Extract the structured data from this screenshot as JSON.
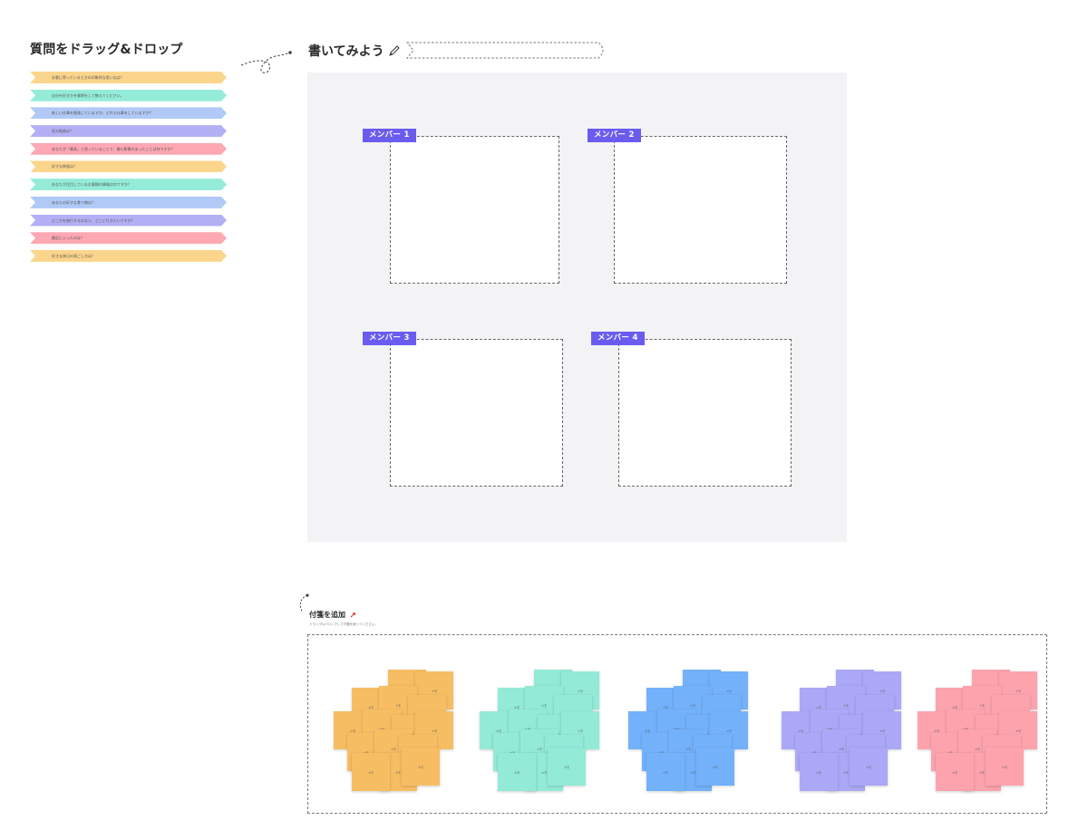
{
  "left_panel": {
    "title": "質問をドラッグ&ドロップ",
    "questions": [
      {
        "text": "お客に寄っているときの印象的な思い出は？",
        "color": "#fcd58c"
      },
      {
        "text": "自分を好きかを質問をして教えてください。",
        "color": "#94ecd8"
      },
      {
        "text": "新しい仕事を勉強していますか、どれも仕事をしていますか？",
        "color": "#b0c9f6"
      },
      {
        "text": "気分転換は？",
        "color": "#b4b0f6"
      },
      {
        "text": "あなたが「最高」と思っていることで、最も影響のあったことは何ですか？",
        "color": "#fda8b3"
      },
      {
        "text": "好きな映画は？",
        "color": "#fcd58c"
      },
      {
        "text": "あなたが注目しているお客様の情報は何ですか？",
        "color": "#94ecd8"
      },
      {
        "text": "あなたの好きな食べ物は？",
        "color": "#b0c9f6"
      },
      {
        "text": "どこかを旅行するのなら、どこに行きたいですか？",
        "color": "#b4b0f6"
      },
      {
        "text": "最近に入ったのは？",
        "color": "#fda8b3"
      },
      {
        "text": "好きな休日の過ごし方は？",
        "color": "#fcd58c"
      }
    ]
  },
  "board": {
    "title": "書いてみよう",
    "pencil_icon": "pencil-icon",
    "members": [
      {
        "label": "メンバー 1"
      },
      {
        "label": "メンバー 2"
      },
      {
        "label": "メンバー 3"
      },
      {
        "label": "メンバー 4"
      }
    ],
    "tag_color": "#6b5cf0"
  },
  "sticky": {
    "title": "付箋を追加",
    "pin_icon": "pin-icon",
    "subtitle": "ドラッグ&ドロップして付箋を使ってください。",
    "note_label": "メモ",
    "colors": [
      "#f7bd63",
      "#92ead7",
      "#73b1fb",
      "#aba8f7",
      "#fca3ae"
    ]
  }
}
